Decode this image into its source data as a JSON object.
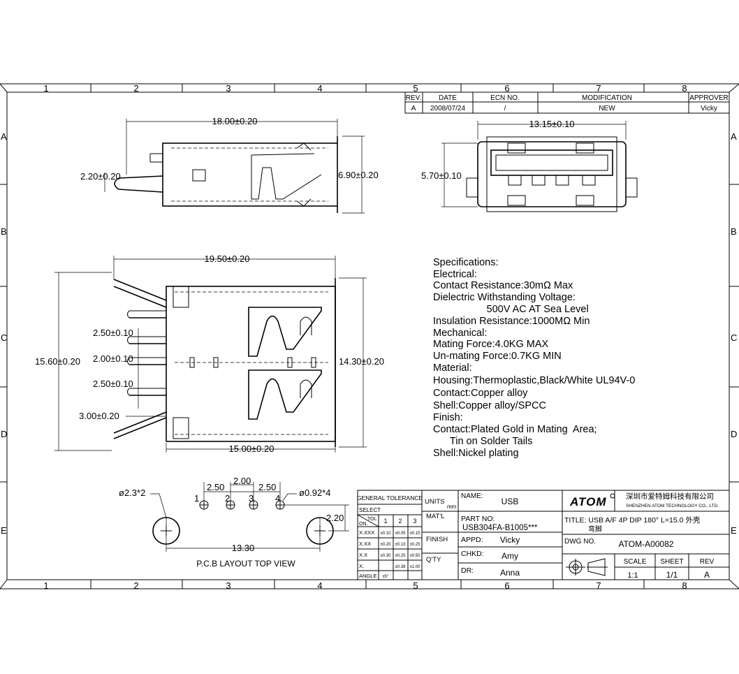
{
  "frame": {
    "col_numbers": [
      "1",
      "2",
      "3",
      "4",
      "5",
      "6",
      "7",
      "8"
    ],
    "row_letters": [
      "A",
      "B",
      "C",
      "D",
      "E"
    ]
  },
  "revision_table": {
    "headers": [
      "REV.",
      "DATE",
      "ECN NO.",
      "MODIFICATION",
      "APPROVER"
    ],
    "row": [
      "A",
      "2008/07/24",
      "/",
      "NEW",
      "Vicky"
    ]
  },
  "side_view": {
    "width_dim": "18.00±0.20",
    "height_dim": "6.90±0.20",
    "pin_dim": "2.20±0.20"
  },
  "front_view": {
    "width_dim": "13.15±0.10",
    "height_dim": "5.70±0.10"
  },
  "top_view": {
    "width_dim": "19.50±0.20",
    "height_dim": "15.60±0.20",
    "inner_height_dim": "14.30±0.20",
    "bottom_dim": "15.00±0.20",
    "pitch_1": "2.50±0.10",
    "pitch_2": "2.00±0.10",
    "pitch_3": "2.50±0.10",
    "offset": "3.00±0.20"
  },
  "pcb_layout": {
    "shell_hole": "ø2.3*2",
    "pin_hole": "ø0.92*4",
    "pitch_a": "2.50",
    "pitch_b": "2.00",
    "pitch_c": "2.50",
    "vertical": "2.20",
    "span": "13.30",
    "pins": [
      "1",
      "2",
      "3",
      "4"
    ],
    "caption": "P.C.B LAYOUT TOP VIEW"
  },
  "specifications": [
    "Specifications:",
    "Electrical:",
    "Contact Resistance:30mΩ Max",
    "Dielectric Withstanding Voltage:",
    "                   500V AC AT Sea Level",
    "Insulation Resistance:1000MΩ Min",
    "Mechanical:",
    "Mating Force:4.0KG MAX",
    "Un-mating Force:0.7KG MIN",
    "Material:",
    "Housing:Thermoplastic,Black/White UL94V-0",
    "Contact:Copper alloy",
    "Shell:Copper alloy/SPCC",
    "Finish:",
    "Contact:Plated Gold in Mating  Area;",
    "      Tin on Solder Tails",
    "Shell:Nickel plating"
  ],
  "tolerance": {
    "title": "GENERAL TOLERANCE",
    "select": "SELECT",
    "tol": "TOL",
    "on": "ON.",
    "cols": [
      "1",
      "2",
      "3"
    ],
    "rows": [
      {
        "label": "X.XXX",
        "vals": [
          "±0.10",
          "±0.05",
          "±0.15"
        ]
      },
      {
        "label": "X.XX",
        "vals": [
          "±0.20",
          "±0.13",
          "±0.25"
        ]
      },
      {
        "label": "X.X",
        "vals": [
          "±0.30",
          "±0.25",
          "±0.50"
        ]
      },
      {
        "label": "X.",
        "vals": [
          "",
          "±0.38",
          "±1.00"
        ]
      },
      {
        "label": "ANGLE",
        "vals": [
          "±5°",
          "",
          ""
        ]
      }
    ]
  },
  "title_block": {
    "units_label": "UNITS",
    "units_val": "mm",
    "matl_label": "MAT'L",
    "finish_label": "FINISH",
    "qty_label": "Q'TY",
    "name_label": "NAME:",
    "name_val": "USB",
    "partno_label": "PART NO:",
    "partno_val": "USB304FA-B1005***",
    "appd_label": "APPD:",
    "appd_val": "Vicky",
    "chkd_label": "CHKD:",
    "chkd_val": "Amy",
    "dr_label": "DR:",
    "dr_val": "Anna",
    "logo": "ATOM",
    "company_cn": "深圳市爱特姆科技有限公司",
    "company_en": "SHENZHEN ATOM TECHNOLOGY CO., LTD.",
    "title_line1": "TITLE:  USB A/F 4P DIP 180° L=15.0 外壳",
    "title_line2": "弯脚",
    "dwg_label": "DWG NO.",
    "dwg_val": "ATOM-A00082",
    "scale_label": "SCALE",
    "scale_val": "1:1",
    "sheet_label": "SHEET",
    "sheet_val": "1/1",
    "rev_label": "REV",
    "rev_val": "A"
  }
}
